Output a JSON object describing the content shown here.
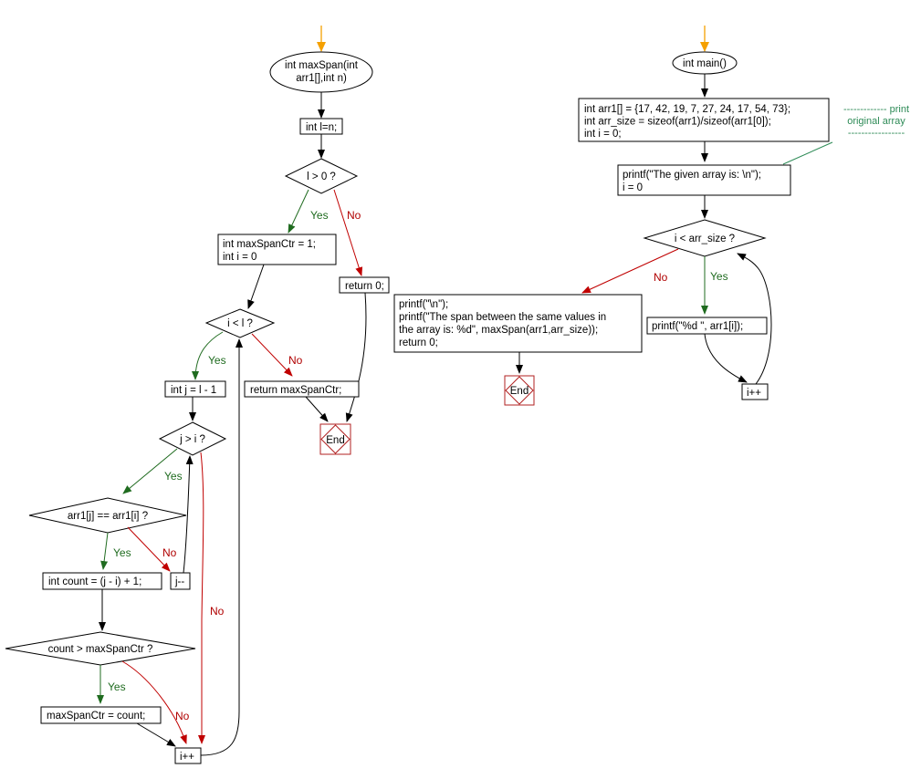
{
  "flowchart_left": {
    "start": "int maxSpan(int\narr1[],int n)",
    "init_l": "int l=n;",
    "cond_l": "l > 0 ?",
    "init_ctr": "int maxSpanCtr = 1;\nint i = 0",
    "return0": "return 0;",
    "cond_i": "i < l ?",
    "init_j": "int j = l - 1",
    "return_ctr": "return maxSpanCtr;",
    "end": "End",
    "cond_j": "j > i ?",
    "cond_eq": "arr1[j] == arr1[i] ?",
    "count": "int count = (j - i) + 1;",
    "dec_j": "j--",
    "cond_count": "count > maxSpanCtr ?",
    "assign": "maxSpanCtr = count;",
    "inc_i": "i++"
  },
  "flowchart_right": {
    "start": "int main()",
    "init": "int arr1[] = {17, 42, 19, 7, 27, 24, 17, 54, 73};\nint arr_size = sizeof(arr1)/sizeof(arr1[0]);\nint i = 0;",
    "comment": "------------- print\noriginal array\n-----------------",
    "print_given": "printf(\"The given array is:  \\n\");\ni = 0",
    "cond_i": "i < arr_size ?",
    "print_span": "printf(\"\\n\");\nprintf(\"The span between the same values in\nthe array is:  %d\", maxSpan(arr1,arr_size));\nreturn 0;",
    "print_elem": "printf(\"%d  \", arr1[i]);",
    "end": "End",
    "inc_i": "i++"
  },
  "labels": {
    "yes": "Yes",
    "no": "No"
  },
  "colors": {
    "yes": "#1f6b1f",
    "no": "#c00000",
    "start_arrow": "#f5a000",
    "end_border": "#b22222",
    "comment": "#2e8b57"
  }
}
